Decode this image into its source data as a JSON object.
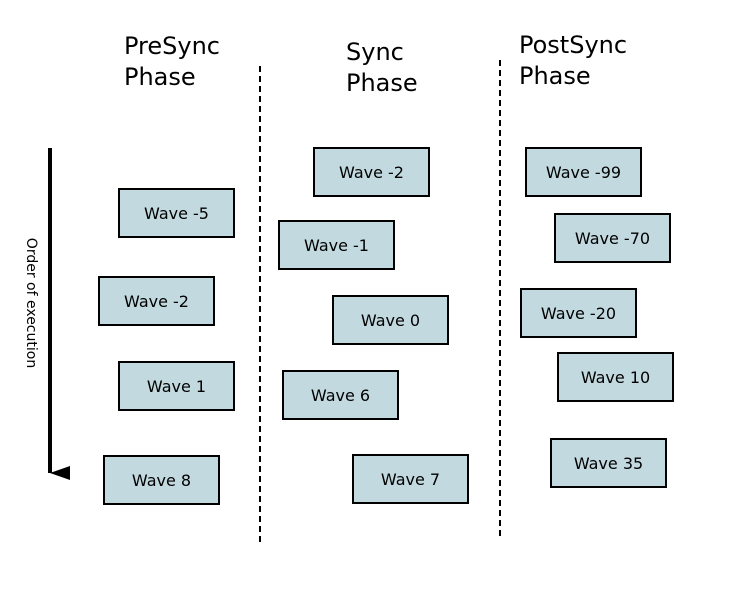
{
  "phases": [
    {
      "title": "PreSync\nPhase",
      "waves": [
        "Wave -5",
        "Wave -2",
        "Wave 1",
        "Wave 8"
      ]
    },
    {
      "title": "Sync\nPhase",
      "waves": [
        "Wave -2",
        "Wave -1",
        "Wave 0",
        "Wave 6",
        "Wave 7"
      ]
    },
    {
      "title": "PostSync\nPhase",
      "waves": [
        "Wave -99",
        "Wave -70",
        "Wave -20",
        "Wave 10",
        "Wave 35"
      ]
    }
  ],
  "axis_label": "Order of execution",
  "colors": {
    "box_fill": "#c2d9df",
    "box_stroke": "#000000"
  }
}
